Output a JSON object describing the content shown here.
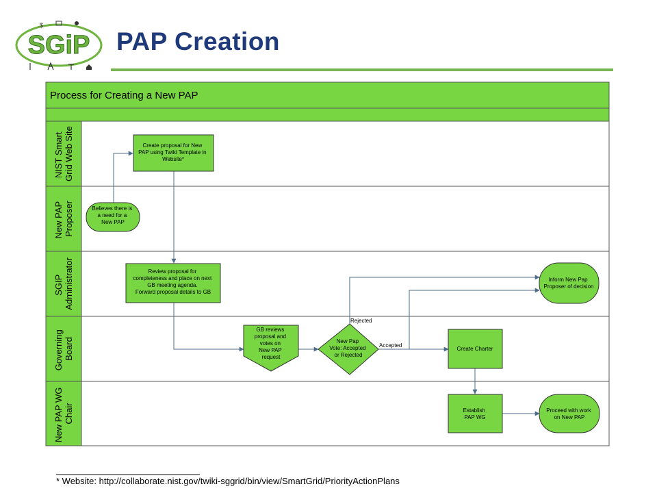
{
  "slide": {
    "title": "PAP Creation",
    "logo_text": "SGiP",
    "footnote": "* Website: http://collaborate.nist.gov/twiki-sggrid/bin/view/SmartGrid/PriorityActionPlans"
  },
  "diagram": {
    "title": "Process for Creating a New PAP",
    "lanes": [
      {
        "label": [
          "NIST Smart",
          "Grid Web Site"
        ]
      },
      {
        "label": [
          "New PAP",
          "Proposer"
        ]
      },
      {
        "label": [
          "SGIP",
          "Administrator"
        ]
      },
      {
        "label": [
          "Governing",
          "Board"
        ]
      },
      {
        "label": [
          "New PAP WG",
          "Chair"
        ]
      }
    ],
    "nodes": {
      "believes": [
        "Believes there is",
        "a need for a",
        "New PAP"
      ],
      "create_proposal": [
        "Create proposal for New",
        "PAP using Twiki Template in",
        "Website*"
      ],
      "review": [
        "Review proposal for",
        "completeness and place on next",
        "GB meeting agenda.",
        "Forward proposal details to GB"
      ],
      "gb_reviews": [
        "GB reviews",
        "proposal and",
        "votes on",
        "New PAP",
        "request"
      ],
      "vote": [
        "New Pap",
        "Vote: Accepted",
        "or Rejected"
      ],
      "create_charter": [
        "Create Charter"
      ],
      "inform": [
        "Inform New Pap",
        "Proposer of decision"
      ],
      "establish": [
        "Establish",
        "PAP WG"
      ],
      "proceed": [
        "Proceed with work",
        "on New PAP"
      ]
    },
    "edge_labels": {
      "rejected": "Rejected",
      "accepted": "Accepted"
    }
  },
  "colors": {
    "green": "#77d642",
    "title_blue": "#1f3a7a",
    "rule_green": "#77b552",
    "arrow": "#4d6d8a"
  }
}
